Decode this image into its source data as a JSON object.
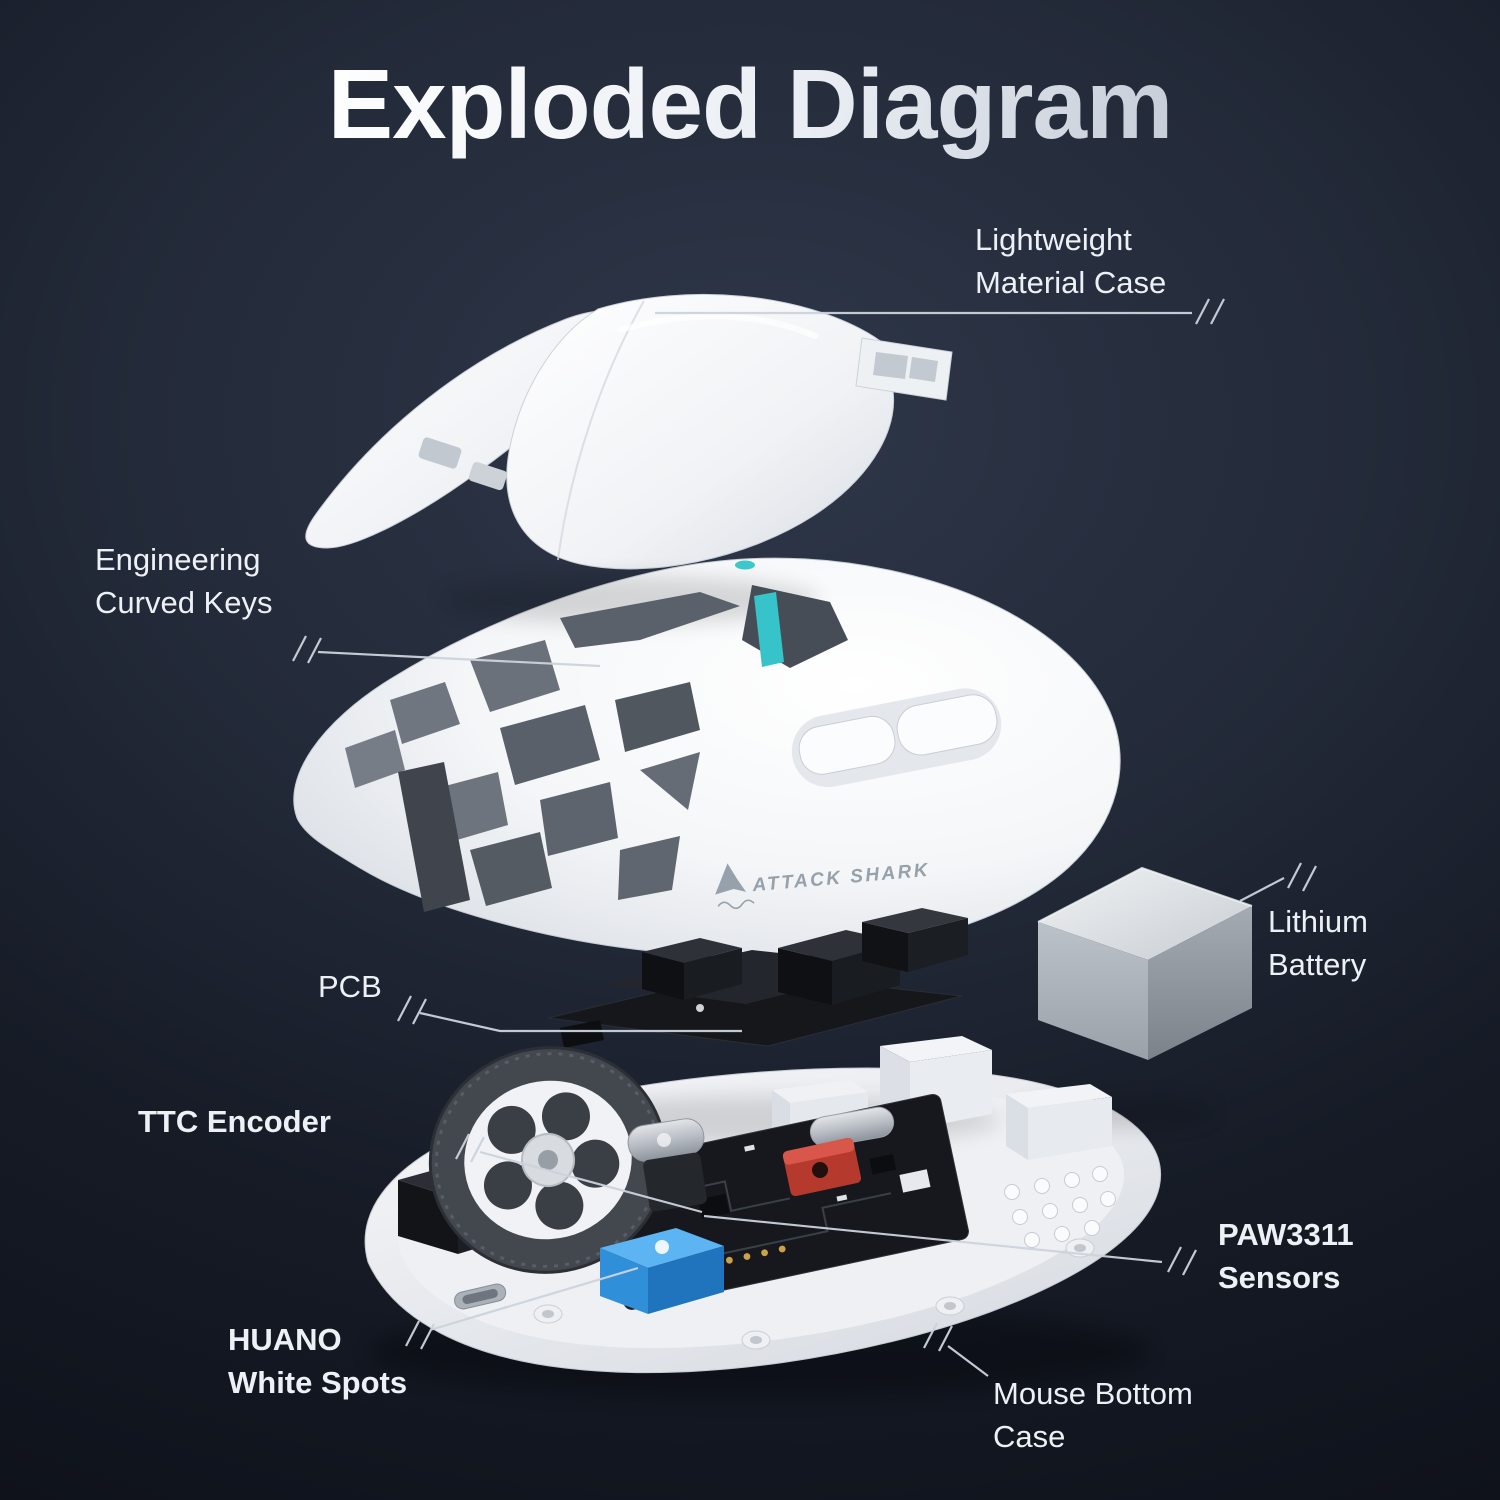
{
  "title": "Exploded Diagram",
  "brand": {
    "logo": "ATTACK SHARK"
  },
  "labels": {
    "case": {
      "line1": "Lightweight",
      "line2": "Material Case"
    },
    "keys": {
      "line1": "Engineering",
      "line2": "Curved Keys"
    },
    "pcb": {
      "line1": "PCB"
    },
    "battery": {
      "line1": "Lithium",
      "line2": "Battery"
    },
    "encoder": {
      "line1": "TTC Encoder"
    },
    "sensors": {
      "line1": "PAW3311",
      "line2": "Sensors"
    },
    "huano": {
      "line1": "HUANO",
      "line2": "White Spots"
    },
    "bottom_case": {
      "line1": "Mouse Bottom",
      "line2": "Case"
    }
  },
  "colors": {
    "background_top": "#2e3749",
    "background_edge": "#0c0f17",
    "callout_line": "#ccd3dc",
    "accent_teal": "#3cc7cd",
    "switch_blue": "#3fa9f5",
    "sensor_red": "#b5392c",
    "battery_silver": "#c7ccd2",
    "shell_white": "#f4f6f8"
  }
}
